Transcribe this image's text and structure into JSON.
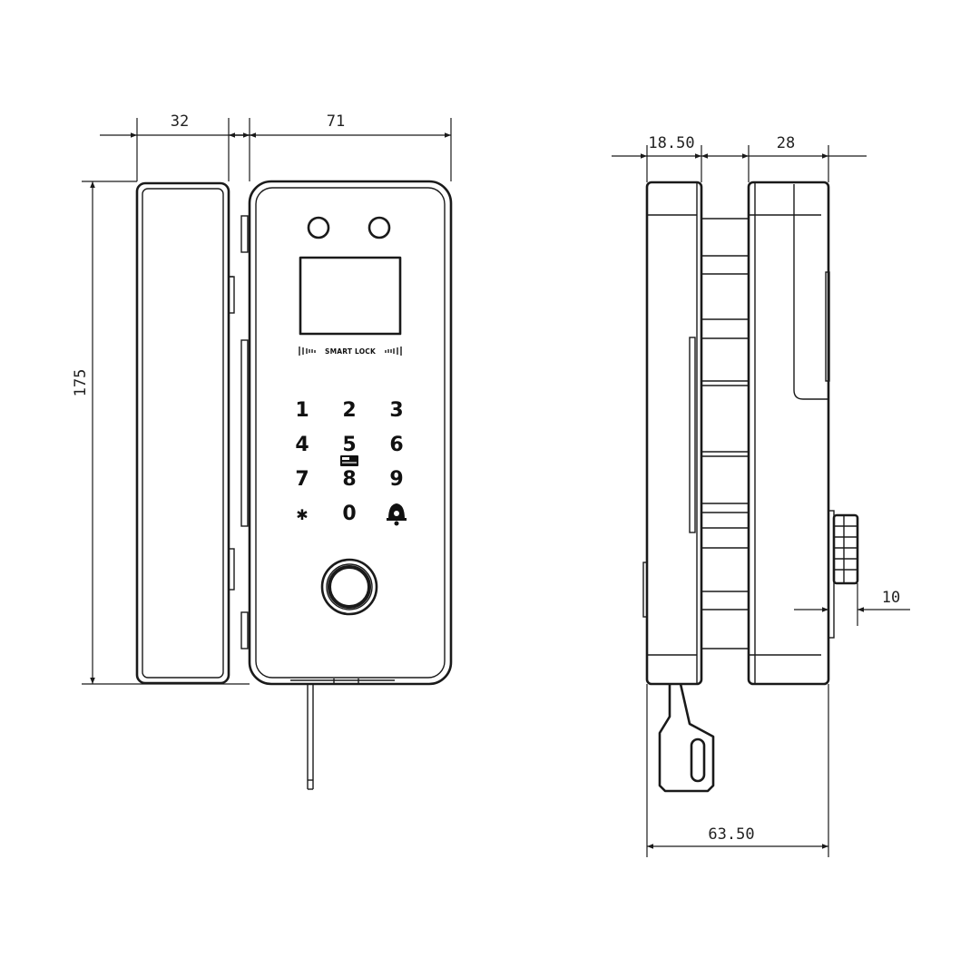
{
  "dimensions": {
    "handle_width": "32",
    "front_width": "71",
    "height": "175",
    "side_outer": "18.50",
    "side_body": "28",
    "knob": "10",
    "total_depth": "63.50"
  },
  "front_panel": {
    "brand_label": "SMART LOCK",
    "keys": [
      "1",
      "2",
      "3",
      "4",
      "5",
      "6",
      "7",
      "8",
      "9",
      "✱",
      "0"
    ]
  },
  "icons": {
    "cameras": "camera-lens-icon",
    "card": "card-reader-icon",
    "bell": "doorbell-icon",
    "fingerprint": "fingerprint-sensor-icon"
  },
  "colors": {
    "line": "#1a1a1a",
    "background": "#ffffff"
  }
}
